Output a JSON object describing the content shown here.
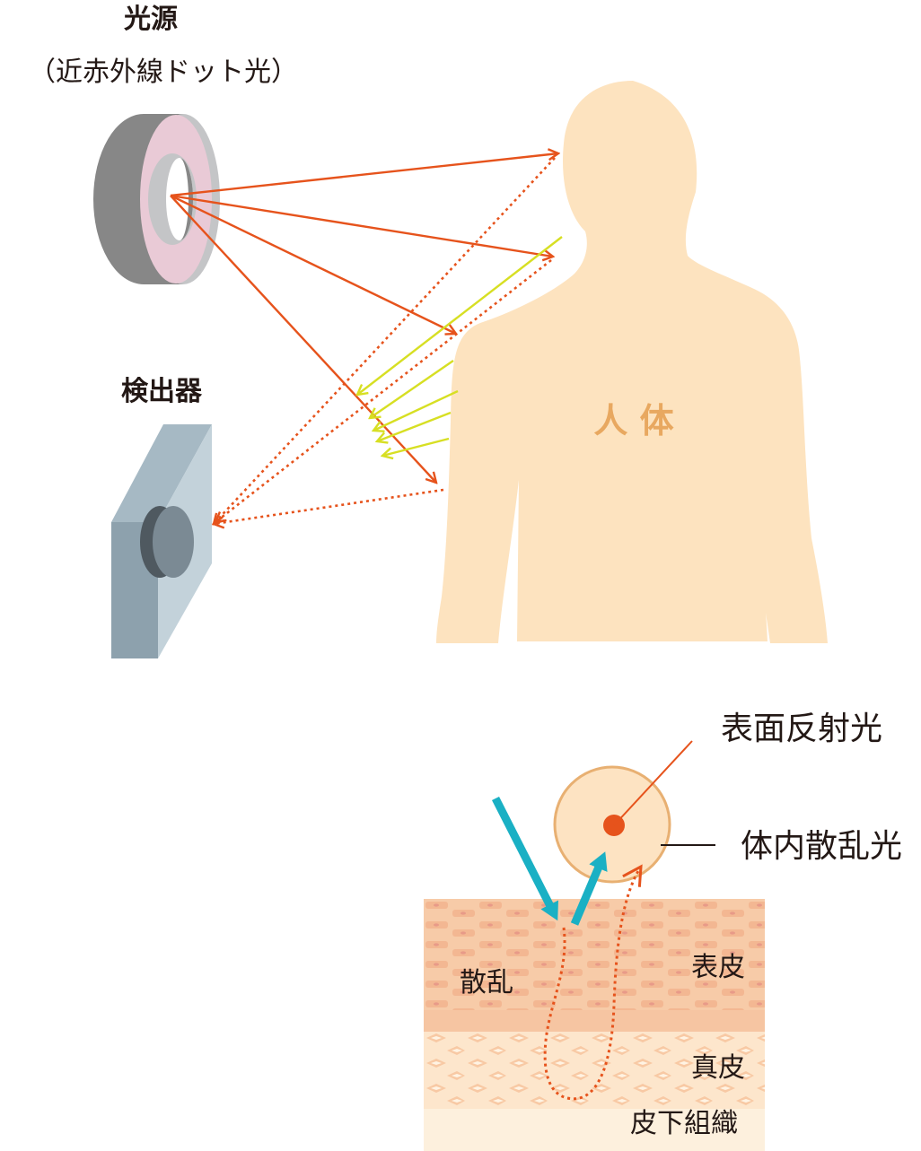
{
  "labels": {
    "light_source_title": "光源",
    "light_source_sub": "（近赤外線ドット光）",
    "detector": "検出器",
    "human_body": "人 体",
    "surface_reflection": "表面反射光",
    "internal_scatter": "体内散乱光",
    "scatter": "散乱",
    "epidermis": "表皮",
    "dermis": "真皮",
    "subcutaneous": "皮下組織"
  },
  "colors": {
    "orange_arrow": "#e6531c",
    "yellow_arrow": "#d7df23",
    "cyan_arrow": "#1ab0c4",
    "body_skin": "#fde3bf",
    "epidermis": "#f7c9a5",
    "dermis": "#fce4c8",
    "subcutaneous": "#fdf0dd",
    "detector_face": "#b4c7d0",
    "source_ring": "#e9cad6"
  }
}
